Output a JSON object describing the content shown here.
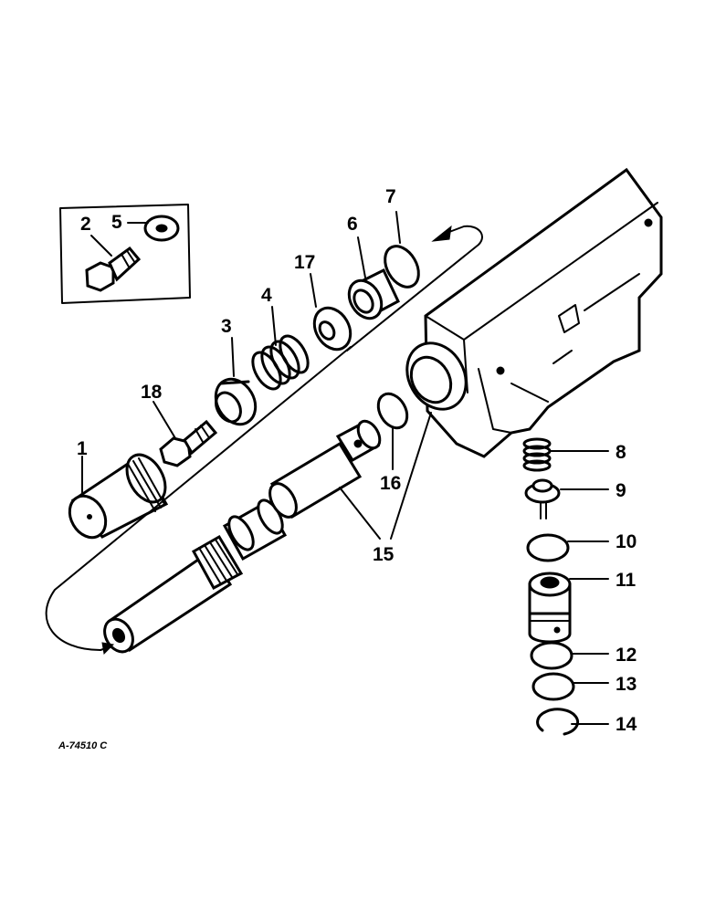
{
  "diagram": {
    "reference_code": "A-74510 C",
    "callouts": [
      {
        "id": "1",
        "text": "1"
      },
      {
        "id": "2",
        "text": "2"
      },
      {
        "id": "3",
        "text": "3"
      },
      {
        "id": "4",
        "text": "4"
      },
      {
        "id": "5",
        "text": "5"
      },
      {
        "id": "6",
        "text": "6"
      },
      {
        "id": "7",
        "text": "7"
      },
      {
        "id": "8",
        "text": "8"
      },
      {
        "id": "9",
        "text": "9"
      },
      {
        "id": "10",
        "text": "10"
      },
      {
        "id": "11",
        "text": "11"
      },
      {
        "id": "12",
        "text": "12"
      },
      {
        "id": "13",
        "text": "13"
      },
      {
        "id": "14",
        "text": "14"
      },
      {
        "id": "15",
        "text": "15"
      },
      {
        "id": "16",
        "text": "16"
      },
      {
        "id": "17",
        "text": "17"
      },
      {
        "id": "18",
        "text": "18"
      }
    ]
  }
}
